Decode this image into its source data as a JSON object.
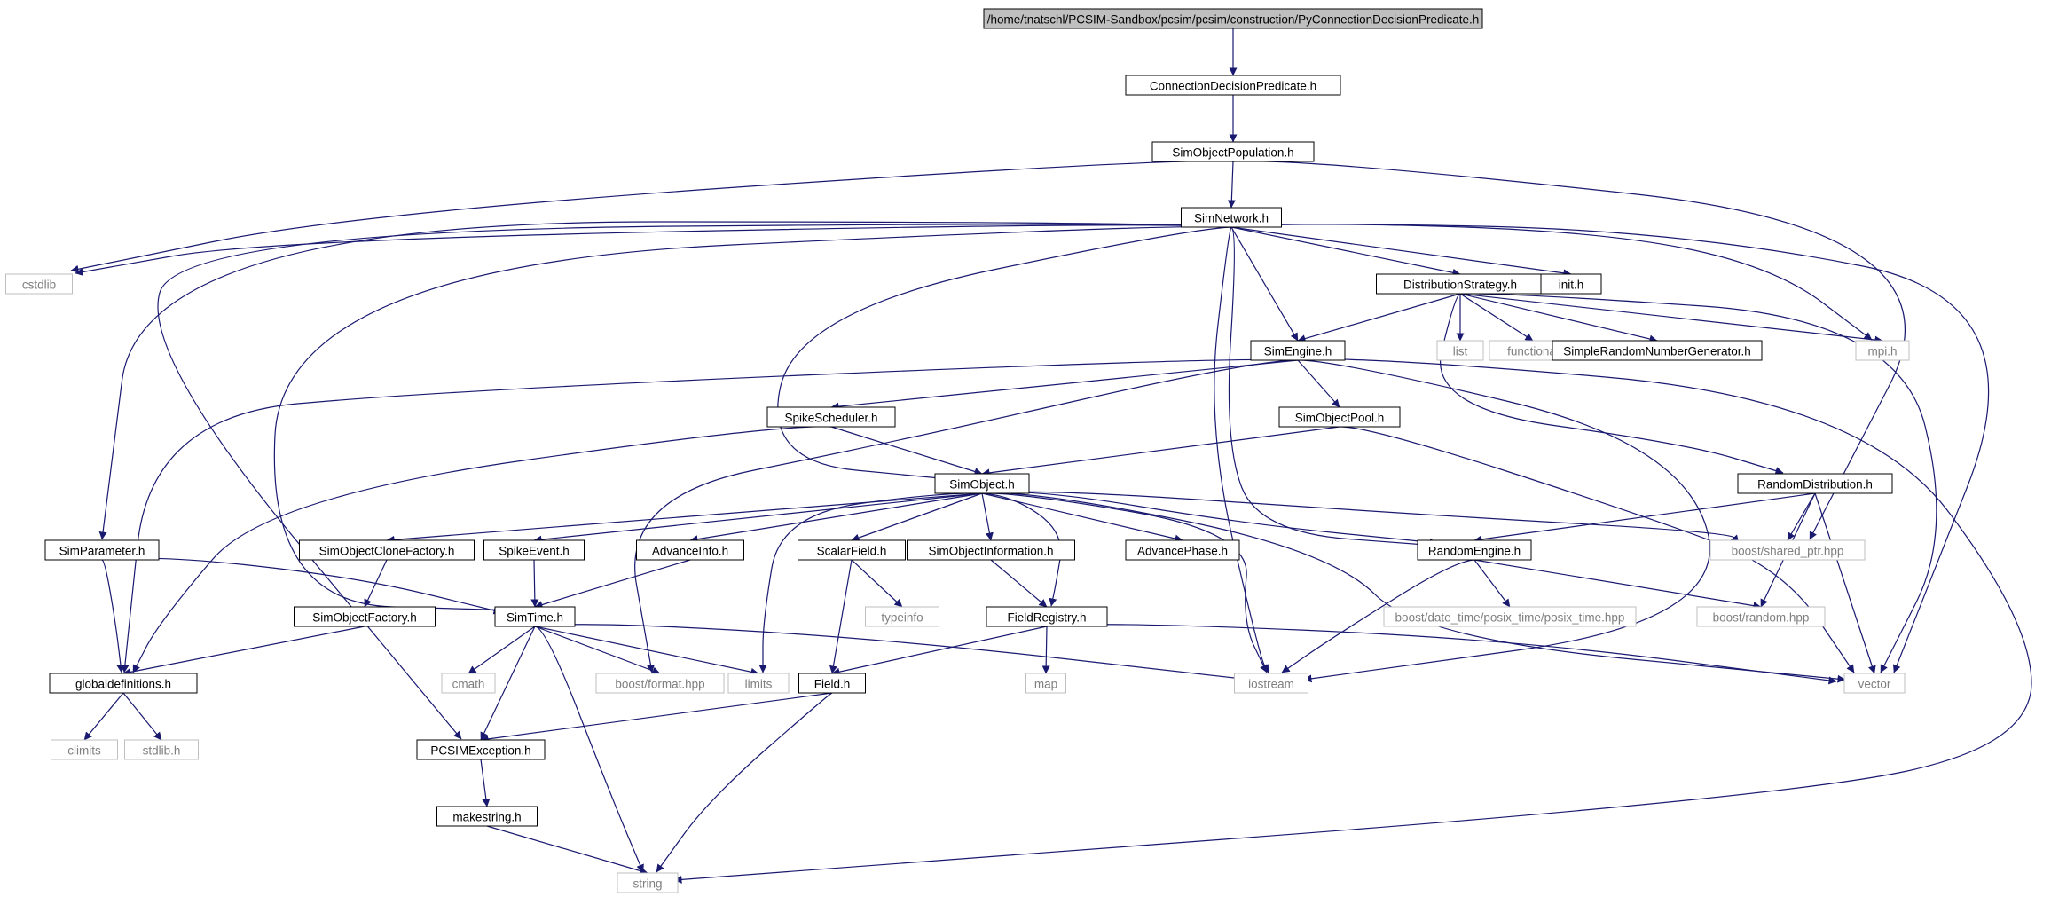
{
  "diagram": {
    "colors": {
      "edge": "#191970",
      "node_border": "#000000",
      "external_border": "#bfbfbf",
      "external_text": "#7f7f7f",
      "root_fill": "#bfbfbf"
    },
    "nodes": [
      {
        "id": "root",
        "label": "/home/tnatschl/PCSIM-Sandbox/pcsim/pcsim/construction/PyConnectionDecisionPredicate.h",
        "kind": "root"
      },
      {
        "id": "cdp",
        "label": "ConnectionDecisionPredicate.h",
        "kind": "header"
      },
      {
        "id": "sop",
        "label": "SimObjectPopulation.h",
        "kind": "header"
      },
      {
        "id": "simnet",
        "label": "SimNetwork.h",
        "kind": "header"
      },
      {
        "id": "cstdlib",
        "label": "cstdlib",
        "kind": "external"
      },
      {
        "id": "diststrat",
        "label": "DistributionStrategy.h",
        "kind": "header"
      },
      {
        "id": "init",
        "label": "init.h",
        "kind": "header"
      },
      {
        "id": "list",
        "label": "list",
        "kind": "external"
      },
      {
        "id": "functional",
        "label": "functional",
        "kind": "external"
      },
      {
        "id": "srng",
        "label": "SimpleRandomNumberGenerator.h",
        "kind": "header"
      },
      {
        "id": "mpi",
        "label": "mpi.h",
        "kind": "external"
      },
      {
        "id": "simengine",
        "label": "SimEngine.h",
        "kind": "header"
      },
      {
        "id": "spikesched",
        "label": "SpikeScheduler.h",
        "kind": "header"
      },
      {
        "id": "sopool",
        "label": "SimObjectPool.h",
        "kind": "header"
      },
      {
        "id": "randdist",
        "label": "RandomDistribution.h",
        "kind": "header"
      },
      {
        "id": "simobject",
        "label": "SimObject.h",
        "kind": "header"
      },
      {
        "id": "simparam",
        "label": "SimParameter.h",
        "kind": "header"
      },
      {
        "id": "socf",
        "label": "SimObjectCloneFactory.h",
        "kind": "header"
      },
      {
        "id": "spikeevent",
        "label": "SpikeEvent.h",
        "kind": "header"
      },
      {
        "id": "advinfo",
        "label": "AdvanceInfo.h",
        "kind": "header"
      },
      {
        "id": "scalarfield",
        "label": "ScalarField.h",
        "kind": "header"
      },
      {
        "id": "soinfo",
        "label": "SimObjectInformation.h",
        "kind": "header"
      },
      {
        "id": "advphase",
        "label": "AdvancePhase.h",
        "kind": "header"
      },
      {
        "id": "randengine",
        "label": "RandomEngine.h",
        "kind": "header"
      },
      {
        "id": "sharedptr",
        "label": "boost/shared_ptr.hpp",
        "kind": "external"
      },
      {
        "id": "sofactory",
        "label": "SimObjectFactory.h",
        "kind": "header"
      },
      {
        "id": "simtime",
        "label": "SimTime.h",
        "kind": "header"
      },
      {
        "id": "typeinfo",
        "label": "typeinfo",
        "kind": "external"
      },
      {
        "id": "fieldreg",
        "label": "FieldRegistry.h",
        "kind": "header"
      },
      {
        "id": "posixtime",
        "label": "boost/date_time/posix_time/posix_time.hpp",
        "kind": "external"
      },
      {
        "id": "boostrandom",
        "label": "boost/random.hpp",
        "kind": "external"
      },
      {
        "id": "globaldefs",
        "label": "globaldefinitions.h",
        "kind": "header"
      },
      {
        "id": "cmath",
        "label": "cmath",
        "kind": "external"
      },
      {
        "id": "boostformat",
        "label": "boost/format.hpp",
        "kind": "external"
      },
      {
        "id": "limits",
        "label": "limits",
        "kind": "external"
      },
      {
        "id": "field",
        "label": "Field.h",
        "kind": "header"
      },
      {
        "id": "map",
        "label": "map",
        "kind": "external"
      },
      {
        "id": "iostream",
        "label": "iostream",
        "kind": "external"
      },
      {
        "id": "vector",
        "label": "vector",
        "kind": "external"
      },
      {
        "id": "climits",
        "label": "climits",
        "kind": "external"
      },
      {
        "id": "stdlibh",
        "label": "stdlib.h",
        "kind": "external"
      },
      {
        "id": "pcsimexc",
        "label": "PCSIMException.h",
        "kind": "header"
      },
      {
        "id": "makestring",
        "label": "makestring.h",
        "kind": "header"
      },
      {
        "id": "string",
        "label": "string",
        "kind": "external"
      }
    ],
    "edges": [
      [
        "root",
        "cdp"
      ],
      [
        "cdp",
        "sop"
      ],
      [
        "sop",
        "simnet"
      ],
      [
        "sop",
        "cstdlib"
      ],
      [
        "sop",
        "sharedptr"
      ],
      [
        "simnet",
        "cstdlib"
      ],
      [
        "simnet",
        "simparam"
      ],
      [
        "simnet",
        "pcsimexc"
      ],
      [
        "simnet",
        "simtime"
      ],
      [
        "simnet",
        "simobject"
      ],
      [
        "simnet",
        "iostream"
      ],
      [
        "simnet",
        "randengine"
      ],
      [
        "simnet",
        "simengine"
      ],
      [
        "simnet",
        "diststrat"
      ],
      [
        "simnet",
        "init"
      ],
      [
        "simnet",
        "mpi"
      ],
      [
        "simnet",
        "vector"
      ],
      [
        "diststrat",
        "simengine"
      ],
      [
        "diststrat",
        "list"
      ],
      [
        "diststrat",
        "functional"
      ],
      [
        "diststrat",
        "srng"
      ],
      [
        "diststrat",
        "mpi"
      ],
      [
        "diststrat",
        "randdist"
      ],
      [
        "diststrat",
        "vector"
      ],
      [
        "simengine",
        "spikesched"
      ],
      [
        "simengine",
        "sopool"
      ],
      [
        "simengine",
        "globaldefs"
      ],
      [
        "simengine",
        "boostformat"
      ],
      [
        "simengine",
        "iostream"
      ],
      [
        "simengine",
        "string"
      ],
      [
        "spikesched",
        "simobject"
      ],
      [
        "spikesched",
        "globaldefs"
      ],
      [
        "sopool",
        "simobject"
      ],
      [
        "sopool",
        "vector"
      ],
      [
        "randdist",
        "randengine"
      ],
      [
        "randdist",
        "sharedptr"
      ],
      [
        "randdist",
        "boostrandom"
      ],
      [
        "randdist",
        "vector"
      ],
      [
        "simobject",
        "socf"
      ],
      [
        "simobject",
        "spikeevent"
      ],
      [
        "simobject",
        "advinfo"
      ],
      [
        "simobject",
        "scalarfield"
      ],
      [
        "simobject",
        "soinfo"
      ],
      [
        "simobject",
        "advphase"
      ],
      [
        "simobject",
        "randengine"
      ],
      [
        "simobject",
        "sharedptr"
      ],
      [
        "simobject",
        "fieldreg"
      ],
      [
        "simobject",
        "limits"
      ],
      [
        "simobject",
        "iostream"
      ],
      [
        "simobject",
        "vector"
      ],
      [
        "simparam",
        "simtime"
      ],
      [
        "simparam",
        "globaldefs"
      ],
      [
        "socf",
        "sofactory"
      ],
      [
        "sofactory",
        "globaldefs"
      ],
      [
        "spikeevent",
        "simtime"
      ],
      [
        "advinfo",
        "simtime"
      ],
      [
        "scalarfield",
        "typeinfo"
      ],
      [
        "scalarfield",
        "field"
      ],
      [
        "soinfo",
        "fieldreg"
      ],
      [
        "randengine",
        "posixtime"
      ],
      [
        "randengine",
        "boostrandom"
      ],
      [
        "randengine",
        "iostream"
      ],
      [
        "fieldreg",
        "map"
      ],
      [
        "fieldreg",
        "field"
      ],
      [
        "fieldreg",
        "vector"
      ],
      [
        "simtime",
        "cmath"
      ],
      [
        "simtime",
        "boostformat"
      ],
      [
        "simtime",
        "limits"
      ],
      [
        "simtime",
        "iostream"
      ],
      [
        "simtime",
        "pcsimexc"
      ],
      [
        "simtime",
        "string"
      ],
      [
        "globaldefs",
        "climits"
      ],
      [
        "globaldefs",
        "stdlibh"
      ],
      [
        "field",
        "pcsimexc"
      ],
      [
        "field",
        "string"
      ],
      [
        "pcsimexc",
        "makestring"
      ],
      [
        "makestring",
        "string"
      ]
    ]
  }
}
